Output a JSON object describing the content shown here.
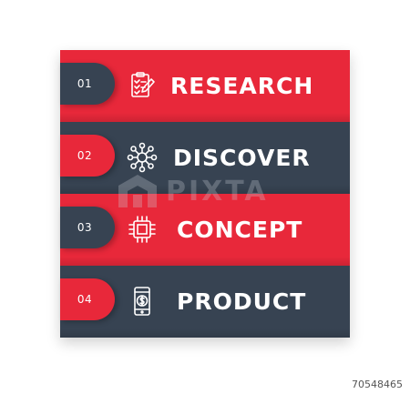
{
  "steps": [
    {
      "number": "01",
      "label": "RESEARCH",
      "icon": "clipboard-checklist-icon"
    },
    {
      "number": "02",
      "label": "DISCOVER",
      "icon": "network-hub-icon"
    },
    {
      "number": "03",
      "label": "CONCEPT",
      "icon": "microchip-icon"
    },
    {
      "number": "04",
      "label": "PRODUCT",
      "icon": "mobile-payment-icon"
    }
  ],
  "watermark": {
    "text": "PIXTA"
  },
  "stock_id": "70548465",
  "colors": {
    "red": "#e8283a",
    "dark": "#374352",
    "text": "#ffffff"
  }
}
